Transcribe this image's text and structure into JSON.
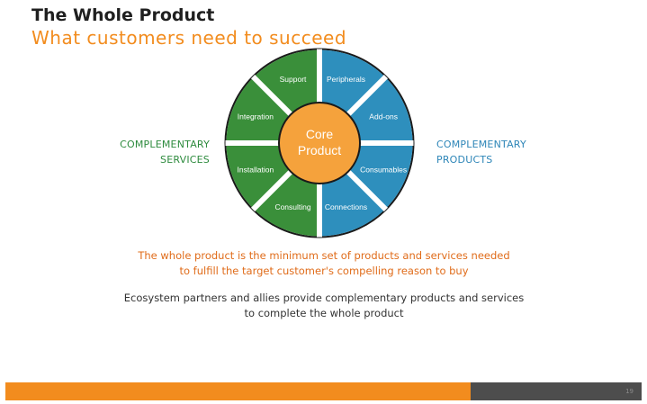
{
  "slide": {
    "title": "The Whole Product",
    "subtitle": "What customers need to succeed"
  },
  "diagram": {
    "core_label": [
      "Core",
      "Product"
    ],
    "left_label": [
      "COMPLEMENTARY",
      "SERVICES"
    ],
    "right_label": [
      "COMPLEMENTARY",
      "PRODUCTS"
    ],
    "services_color": "#3a8f3a",
    "products_color": "#2e8fbd",
    "core_color": "#f5a23c",
    "segments": [
      {
        "label": "Peripherals",
        "group": "products"
      },
      {
        "label": "Add-ons",
        "group": "products"
      },
      {
        "label": "Consumables",
        "group": "products"
      },
      {
        "label": "Connections",
        "group": "products"
      },
      {
        "label": "Consulting",
        "group": "services"
      },
      {
        "label": "Installation",
        "group": "services"
      },
      {
        "label": "Integration",
        "group": "services"
      },
      {
        "label": "Support",
        "group": "services"
      }
    ]
  },
  "statements": {
    "definition": [
      "The whole product is the minimum set of products and services needed",
      "to fulfill the target customer's compelling reason to buy"
    ],
    "ecosystem": [
      "Ecosystem partners and allies provide complementary products and services",
      "to complete the whole product"
    ]
  },
  "footer": {
    "page_number": "19"
  }
}
